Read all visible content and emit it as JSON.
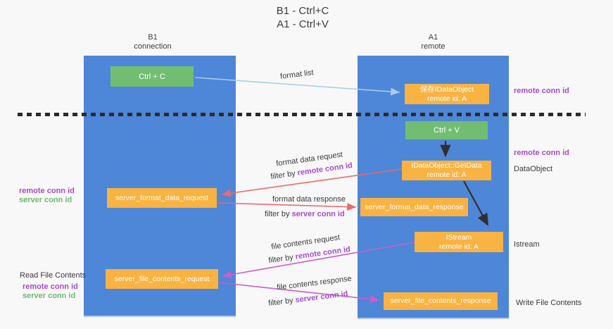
{
  "title": {
    "line1": "B1 - Ctrl+C",
    "line2": "A1 - Ctrl+V"
  },
  "lifelines": {
    "left": {
      "name": "B1",
      "role": "connection"
    },
    "right": {
      "name": "A1",
      "role": "remote"
    }
  },
  "boxes": {
    "ctrl_c": {
      "label": "Ctrl + C"
    },
    "ctrl_v": {
      "label": "Ctrl + V"
    },
    "save_dataobject": {
      "line1": "保存IDataObject",
      "line2": "remote id: A"
    },
    "getdata": {
      "line1": "IDataObject::GetData",
      "line2": "remote id: A"
    },
    "istream": {
      "line1": "IStream",
      "line2": "remote id: A"
    },
    "format_request": {
      "label": "server_format_data_request"
    },
    "format_response": {
      "label": "server_format_data_response"
    },
    "file_request": {
      "label": "server_file_contents_request"
    },
    "file_response": {
      "label": "server_file_contents_response"
    }
  },
  "flows": {
    "format_list": {
      "label": "format list"
    },
    "format_request": {
      "label": "format data request",
      "filter_prefix": "filter by ",
      "filter_id": "remote conn id"
    },
    "format_response": {
      "label": "format data response",
      "filter_prefix": "filter by ",
      "filter_id": "server conn id"
    },
    "file_request": {
      "label": "file contents request",
      "filter_prefix": "filter by ",
      "filter_id": "remote conn id"
    },
    "file_response": {
      "label": "file contents response",
      "filter_prefix": "filter by ",
      "filter_id": "server conn id"
    }
  },
  "side_labels": {
    "remote_conn_id_top": "remote conn id",
    "remote_conn_id_mid": "remote conn id",
    "dataobject": "DataObject",
    "istream": "Istream",
    "write_file_contents": "Write File Contents",
    "read_file_contents": "Read File Contents",
    "legend_mid": {
      "remote": "remote conn id",
      "server": "server conn id"
    },
    "legend_bottom": {
      "remote": "remote conn id",
      "server": "server conn id"
    }
  },
  "colors": {
    "lifeline_blue": "#4E86D8",
    "action_green": "#71BE73",
    "message_orange": "#F9B342",
    "arrow_lightblue": "#A5CDEF",
    "arrow_red": "#E96B6B",
    "arrow_magenta": "#C95FC9",
    "arrow_black": "#2F2F2F",
    "text_purple": "#A64CC8",
    "text_green": "#6ABB6C"
  }
}
